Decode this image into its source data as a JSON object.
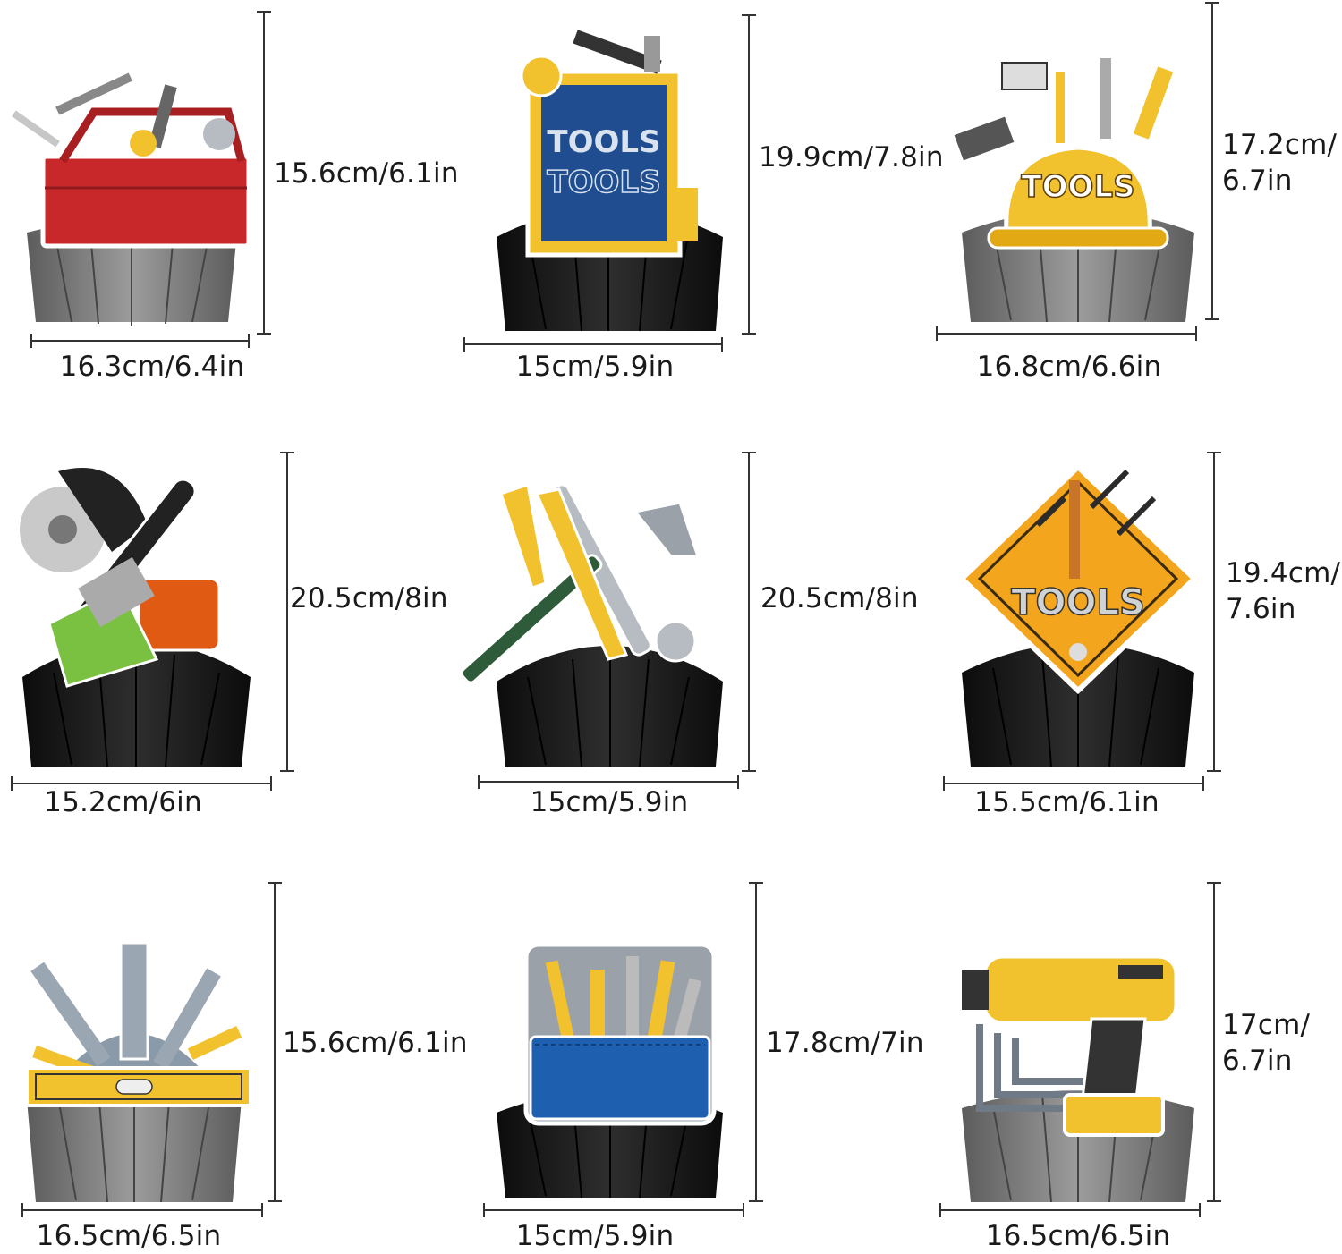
{
  "items": [
    {
      "id": "toolbox",
      "height": "15.6cm/6.1in",
      "width": "16.3cm/6.4in",
      "base": "gray"
    },
    {
      "id": "tools-frame",
      "height": "19.9cm/7.8in",
      "width": "15cm/5.9in",
      "base": "black",
      "art_text": "TOOLS"
    },
    {
      "id": "hardhat",
      "height": "17.2cm/\n6.7in",
      "width": "16.8cm/6.6in",
      "base": "gray",
      "art_text": "TOOLS"
    },
    {
      "id": "chainsaw",
      "height": "20.5cm/8in",
      "width": "15.2cm/6in",
      "base": "black"
    },
    {
      "id": "crossed-tools",
      "height": "20.5cm/8in",
      "width": "15cm/5.9in",
      "base": "black"
    },
    {
      "id": "diamond-sign",
      "height": "19.4cm/\n7.6in",
      "width": "15.5cm/6.1in",
      "base": "black",
      "art_text": "TOOLS"
    },
    {
      "id": "level-fan",
      "height": "15.6cm/6.1in",
      "width": "16.5cm/6.5in",
      "base": "gray"
    },
    {
      "id": "pocket",
      "height": "17.8cm/7in",
      "width": "15cm/5.9in",
      "base": "black"
    },
    {
      "id": "drill",
      "height": "17cm/\n6.7in",
      "width": "16.5cm/6.5in",
      "base": "gray"
    }
  ],
  "colors": {
    "gray_base": "#8a8a8a",
    "black_base": "#1b1b1b",
    "yellow": "#f2c12e",
    "red": "#c8282a",
    "blue": "#1f4d8f"
  }
}
